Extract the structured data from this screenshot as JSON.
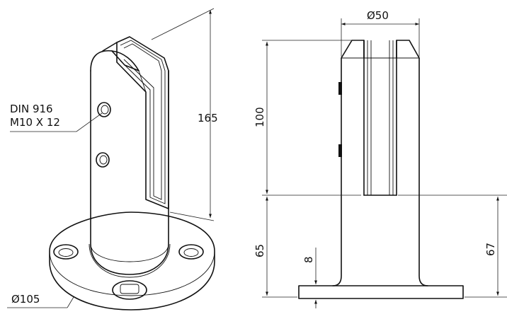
{
  "labels": {
    "callout_line1": "DIN 916",
    "callout_line2": "M10 X 12",
    "height_total": "165",
    "base_diameter": "Ø105",
    "body_diameter": "Ø50",
    "slot_depth": "100",
    "base_height": "65",
    "plate_thickness": "8",
    "overall_right": "67"
  }
}
